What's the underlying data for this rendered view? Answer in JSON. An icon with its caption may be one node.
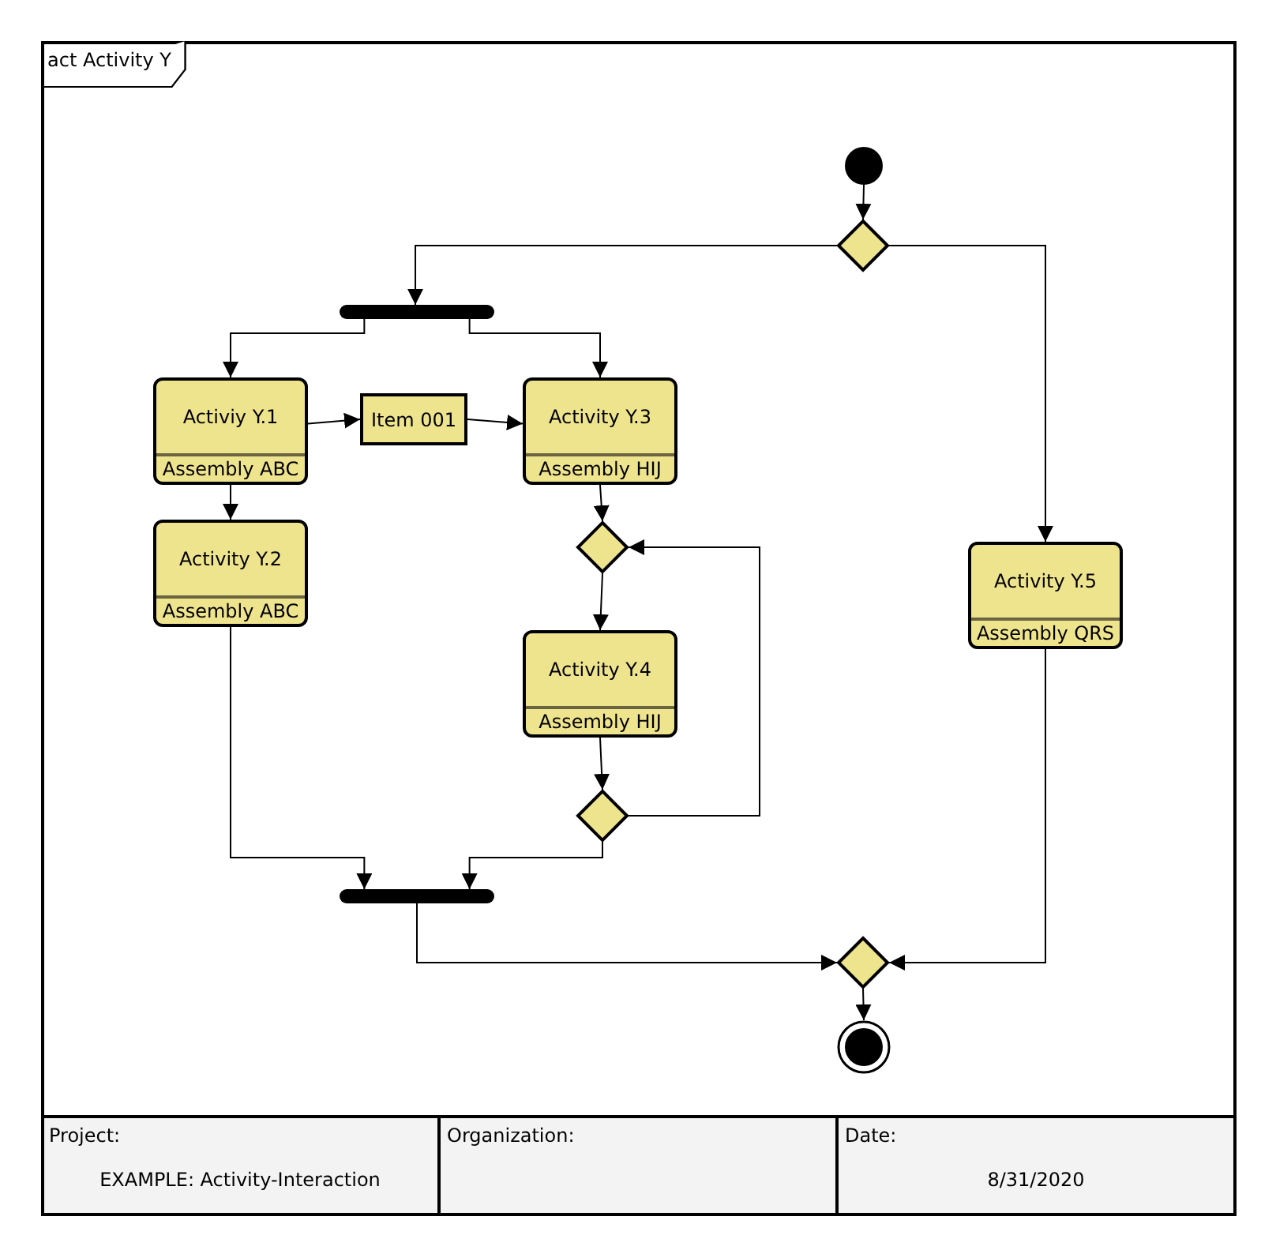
{
  "diagram": {
    "title": "act Activity Y",
    "nodes": [
      {
        "text": [],
        "shape": "circle"
      },
      {
        "text": [],
        "shape": "diamond"
      },
      {
        "text": [],
        "shape": "bar"
      },
      {
        "text": [
          "Activiy Y.1",
          "Assembly ABC"
        ]
      },
      {
        "text": [
          "Item 001"
        ]
      },
      {
        "text": [
          "Activity Y.3",
          "Assembly HIJ"
        ]
      },
      {
        "text": [
          "Activity Y.2",
          "Assembly ABC"
        ]
      },
      {
        "text": [],
        "shape": "diamond"
      },
      {
        "text": [
          "Activity Y.4",
          "Assembly HIJ"
        ]
      },
      {
        "text": [],
        "shape": "diamond"
      },
      {
        "text": [
          "Activity Y.5",
          "Assembly QRS"
        ]
      },
      {
        "text": [],
        "shape": "bar"
      },
      {
        "text": [],
        "shape": "diamond"
      },
      {
        "text": [],
        "shape": "bullseye"
      }
    ],
    "edges": [
      {
        "from": 0,
        "to": 1,
        "arrow": "to"
      },
      {
        "from": 1,
        "to": 2,
        "arrow": "to"
      },
      {
        "from": 1,
        "to": 10,
        "arrow": "to"
      },
      {
        "from": 2,
        "to": 3,
        "arrow": "to"
      },
      {
        "from": 2,
        "to": 5,
        "arrow": "to"
      },
      {
        "from": 3,
        "to": 4,
        "arrow": "to"
      },
      {
        "from": 4,
        "to": 5,
        "arrow": "to"
      },
      {
        "from": 3,
        "to": 6,
        "arrow": "to"
      },
      {
        "from": 5,
        "to": 7,
        "arrow": "to"
      },
      {
        "from": 7,
        "to": 8,
        "arrow": "to"
      },
      {
        "from": 8,
        "to": 9,
        "arrow": "to"
      },
      {
        "from": 9,
        "to": 7,
        "arrow": "to"
      },
      {
        "from": 6,
        "to": 11,
        "arrow": "to"
      },
      {
        "from": 9,
        "to": 11,
        "arrow": "to"
      },
      {
        "from": 11,
        "to": 12,
        "arrow": "to"
      },
      {
        "from": 10,
        "to": 12,
        "arrow": "to"
      },
      {
        "from": 12,
        "to": 13,
        "arrow": "to"
      }
    ],
    "labels": [
      "Project:",
      "EXAMPLE: Activity-Interaction",
      "Organization:",
      "Date:",
      "8/31/2020"
    ]
  }
}
